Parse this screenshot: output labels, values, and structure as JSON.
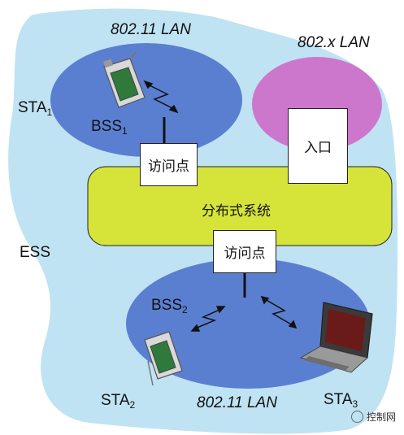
{
  "ess": {
    "label": "ESS"
  },
  "lan_top": {
    "label": "802.11 LAN"
  },
  "lan_bottom": {
    "label": "802.11 LAN"
  },
  "lan_x": {
    "label": "802.x LAN"
  },
  "bss1": {
    "label": "BSS",
    "sub": "1"
  },
  "bss2": {
    "label": "BSS",
    "sub": "2"
  },
  "sta1": {
    "label": "STA",
    "sub": "1"
  },
  "sta2": {
    "label": "STA",
    "sub": "2"
  },
  "sta3": {
    "label": "STA",
    "sub": "3"
  },
  "ap_top": {
    "label": "访问点"
  },
  "ap_bottom": {
    "label": "访问点"
  },
  "portal": {
    "label": "入口"
  },
  "ds": {
    "label": "分布式系统"
  },
  "watermark": {
    "text": "控制网"
  },
  "colors": {
    "ess_fill": "#bfe3f3",
    "bss_fill": "#5577cc",
    "lan_x_fill": "#cc77cc",
    "ds_fill": "#d6e43a"
  }
}
